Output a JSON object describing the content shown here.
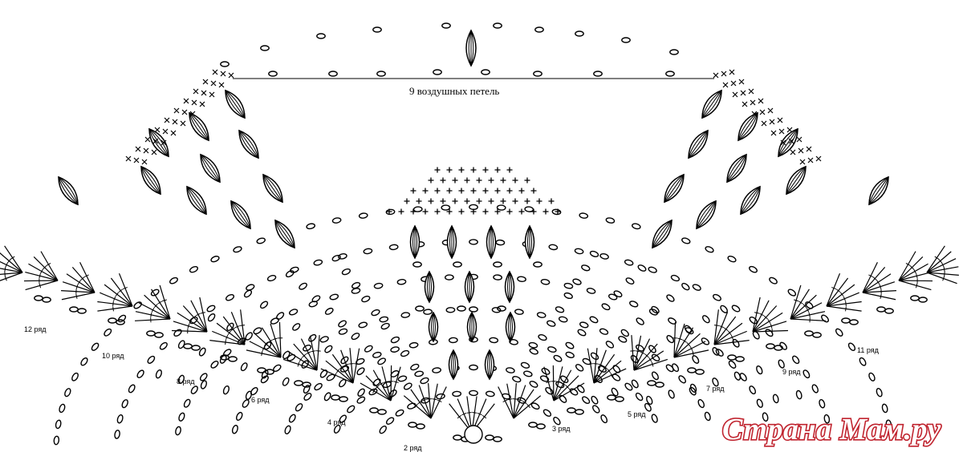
{
  "diagram": {
    "chain_label": "9 воздушных петель",
    "row_labels": [
      "2 ряд",
      "3 ряд",
      "4 ряд",
      "5 ряд",
      "6 ряд",
      "7 ряд",
      "8 ряд",
      "9 ряд",
      "10 ряд",
      "11 ряд",
      "12 ряд"
    ],
    "row_label_sides": [
      "left",
      "right",
      "left",
      "right",
      "left",
      "right",
      "left",
      "right",
      "left",
      "right",
      "left"
    ]
  },
  "watermark": {
    "text": "Страна Мам.ру",
    "color": "#c0242f"
  },
  "colors": {
    "ink": "#000000",
    "background": "#ffffff"
  }
}
